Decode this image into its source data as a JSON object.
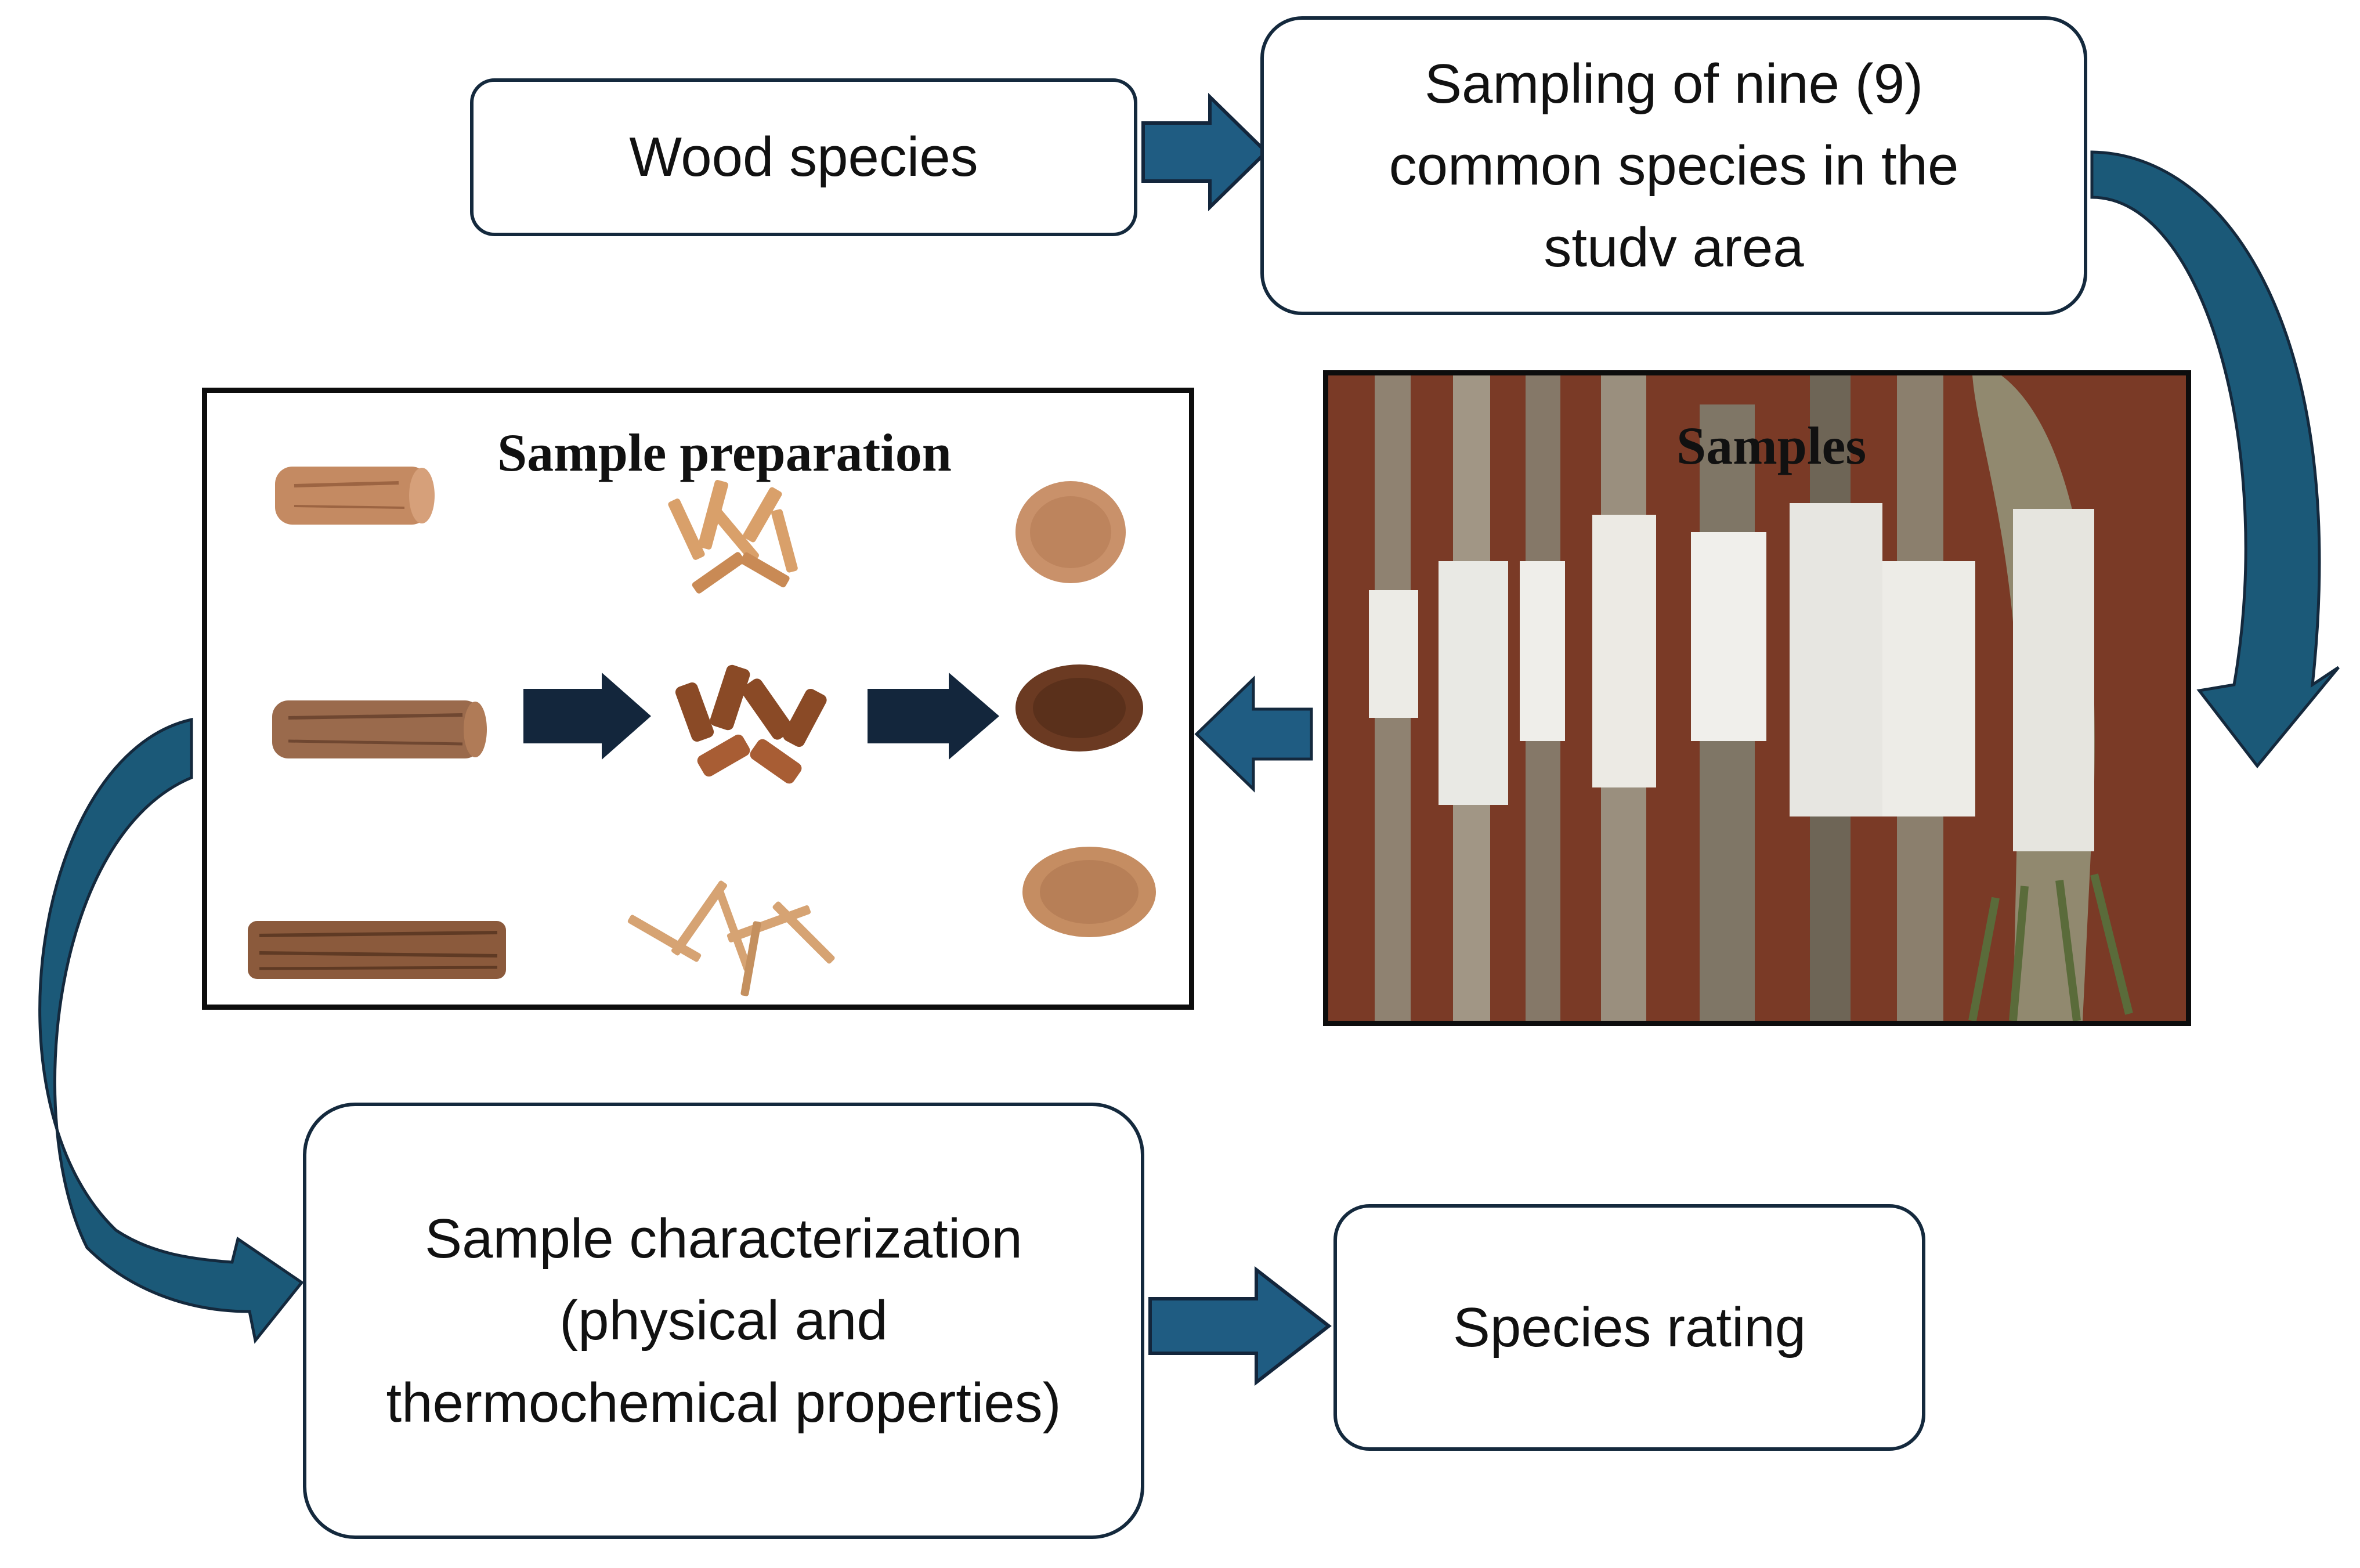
{
  "nodes": {
    "wood_species": "Wood species",
    "sampling": [
      "Sampling of nine (9)",
      "common species in the",
      "studv area"
    ],
    "samples_title": "Samples",
    "preparation_title": "Sample preparation",
    "characterization": [
      "Sample characterization",
      "(physical and",
      "thermochemical properties)"
    ],
    "species_rating": "Species rating"
  },
  "colors": {
    "box_border": "#14293d",
    "curved_arrow": "#1b5978",
    "block_arrow_blue": "#1f5c82",
    "block_arrow_navy": "#13263c",
    "photo_background": "#7a3a26"
  },
  "icons": {
    "flow_arrow": "right-block-arrow",
    "back_arrow": "left-block-arrow",
    "curved_arrow": "curved-arrow"
  }
}
